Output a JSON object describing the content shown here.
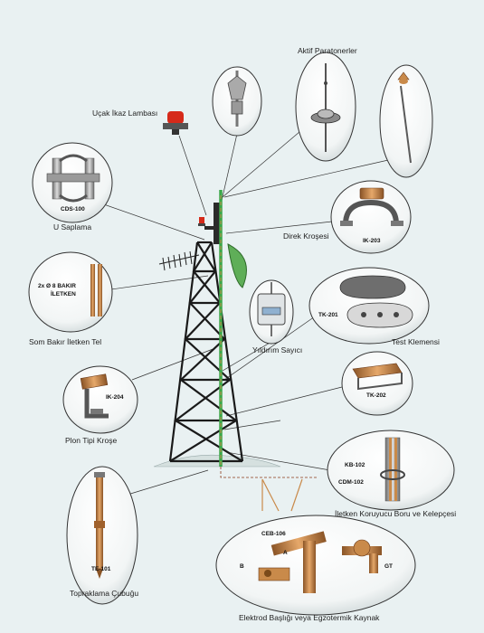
{
  "labels": {
    "aktif": "Aktif Paratonerler",
    "ucak": "Uçak İkaz Lambası",
    "u_saplama": "U Saplama",
    "direk_krosesi": "Direk Kroşesi",
    "som_bakir": "Som Bakır İletken Tel",
    "yildirim": "Yıldırım Sayıcı",
    "test": "Test Klemensi",
    "plon": "Plon Tipi Kroşe",
    "iletken_boru": "İletken Koruyucu Boru ve Kelepçesi",
    "topraklama": "Topraklama Çubuğu",
    "elektrod": "Elektrod Başlığı veya Egzotermik Kaynak"
  },
  "codes": {
    "cds100": "CDS-100",
    "ik203": "IK-203",
    "bakir1": "2x Ø 8 BAKIR",
    "bakir2": "İLETKEN",
    "tk201": "TK-201",
    "ik204": "IK-204",
    "tk202": "TK-202",
    "kb102": "KB-102",
    "cdm102": "CDM-102",
    "te101": "TE-101",
    "ceb106": "CEB-106",
    "a": "A",
    "b": "B",
    "gt": "GT"
  },
  "colors": {
    "background": "#e9f1f2",
    "tower": "#1a1a1a",
    "conductor": "#3aa84a",
    "copper": "#c98a4a",
    "dish": "#5fae58",
    "beacon": "#d62a1a"
  }
}
